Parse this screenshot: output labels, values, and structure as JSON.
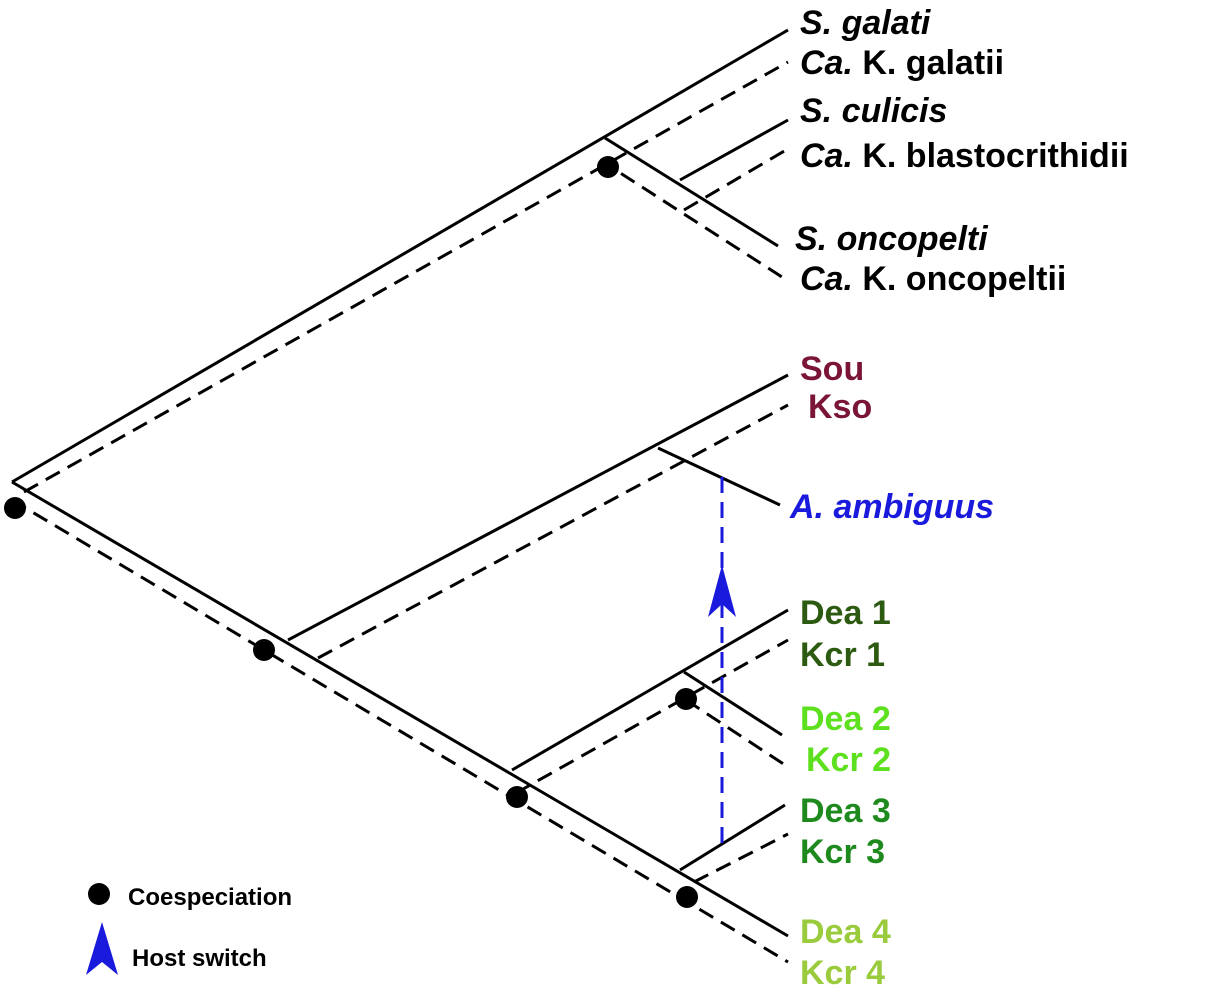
{
  "taxa": [
    {
      "id": "s-galati",
      "genus": "S.",
      "species": "galati",
      "genus_italic": true,
      "species_italic": true,
      "color": "#000000"
    },
    {
      "id": "ca-k-galatii",
      "genus": "Ca.",
      "species": "K. galatii",
      "genus_italic": true,
      "species_italic": false,
      "color": "#000000"
    },
    {
      "id": "s-culicis",
      "genus": "S.",
      "species": "culicis",
      "genus_italic": true,
      "species_italic": true,
      "color": "#000000"
    },
    {
      "id": "ca-k-blastocrithidii",
      "genus": "Ca.",
      "species": "K. blastocrithidii",
      "genus_italic": true,
      "species_italic": false,
      "color": "#000000"
    },
    {
      "id": "s-oncopelti",
      "genus": "S.",
      "species": "oncopelti",
      "genus_italic": true,
      "species_italic": true,
      "color": "#000000"
    },
    {
      "id": "ca-k-oncopeltii",
      "genus": "Ca.",
      "species": "K. oncopeltii",
      "genus_italic": true,
      "species_italic": false,
      "color": "#000000"
    },
    {
      "id": "sou",
      "genus": "",
      "species": "Sou",
      "genus_italic": false,
      "species_italic": false,
      "color": "#7a1536"
    },
    {
      "id": "kso",
      "genus": "",
      "species": "Kso",
      "genus_italic": false,
      "species_italic": false,
      "color": "#7a1536"
    },
    {
      "id": "a-ambiguus",
      "genus": "A.",
      "species": "ambiguus",
      "genus_italic": true,
      "species_italic": true,
      "color": "#1a1adc"
    },
    {
      "id": "dea-1",
      "genus": "",
      "species": "Dea 1",
      "genus_italic": false,
      "species_italic": false,
      "color": "#2b5a10"
    },
    {
      "id": "kcr-1",
      "genus": "",
      "species": "Kcr 1",
      "genus_italic": false,
      "species_italic": false,
      "color": "#2b5a10"
    },
    {
      "id": "dea-2",
      "genus": "",
      "species": "Dea 2",
      "genus_italic": false,
      "species_italic": false,
      "color": "#5de01e"
    },
    {
      "id": "kcr-2",
      "genus": "",
      "species": "Kcr 2",
      "genus_italic": false,
      "species_italic": false,
      "color": "#5de01e"
    },
    {
      "id": "dea-3",
      "genus": "",
      "species": "Dea 3",
      "genus_italic": false,
      "species_italic": false,
      "color": "#1e8a1e"
    },
    {
      "id": "kcr-3",
      "genus": "",
      "species": "Kcr 3",
      "genus_italic": false,
      "species_italic": false,
      "color": "#1e8a1e"
    },
    {
      "id": "dea-4",
      "genus": "",
      "species": "Dea 4",
      "genus_italic": false,
      "species_italic": false,
      "color": "#9acb3c"
    },
    {
      "id": "kcr-4",
      "genus": "",
      "species": "Kcr 4",
      "genus_italic": false,
      "species_italic": false,
      "color": "#9acb3c"
    }
  ],
  "legend": {
    "coespeciation": "Coespeciation",
    "host_switch": "Host switch"
  },
  "colors": {
    "tree": "#000000",
    "host_switch": "#1a1adc"
  },
  "icons": {
    "coespeciation": "filled-circle",
    "host_switch": "arrowhead-up"
  }
}
